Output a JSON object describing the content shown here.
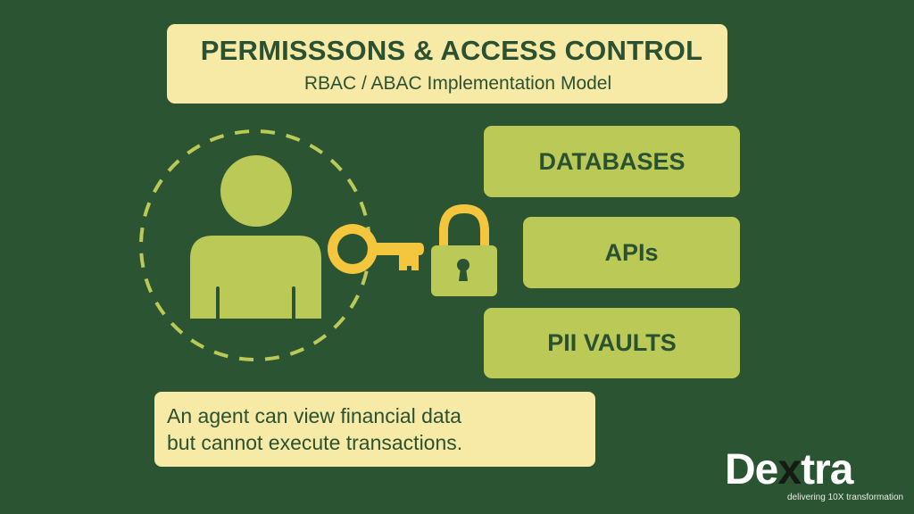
{
  "header": {
    "title": "PERMISSSONS & ACCESS CONTROL",
    "subtitle": "RBAC / ABAC Implementation Model"
  },
  "diagram": {
    "subject_icon": "person-icon",
    "credential_icon": "key-icon",
    "gate_icon": "padlock-icon",
    "resources": [
      {
        "label": "DATABASES"
      },
      {
        "label": "APIs"
      },
      {
        "label": "PII VAULTS"
      }
    ]
  },
  "note": {
    "lines": [
      "An agent can view financial data",
      "but cannot execute transactions."
    ]
  },
  "brand": {
    "name_pre": "De",
    "name_x": "x",
    "name_post": "tra",
    "tagline": "delivering 10X transformation"
  },
  "colors": {
    "background": "#2b5433",
    "cream": "#f7e9a6",
    "lime": "#bbc957",
    "gold": "#f4c63d",
    "text_dark_green": "#2a5131"
  }
}
